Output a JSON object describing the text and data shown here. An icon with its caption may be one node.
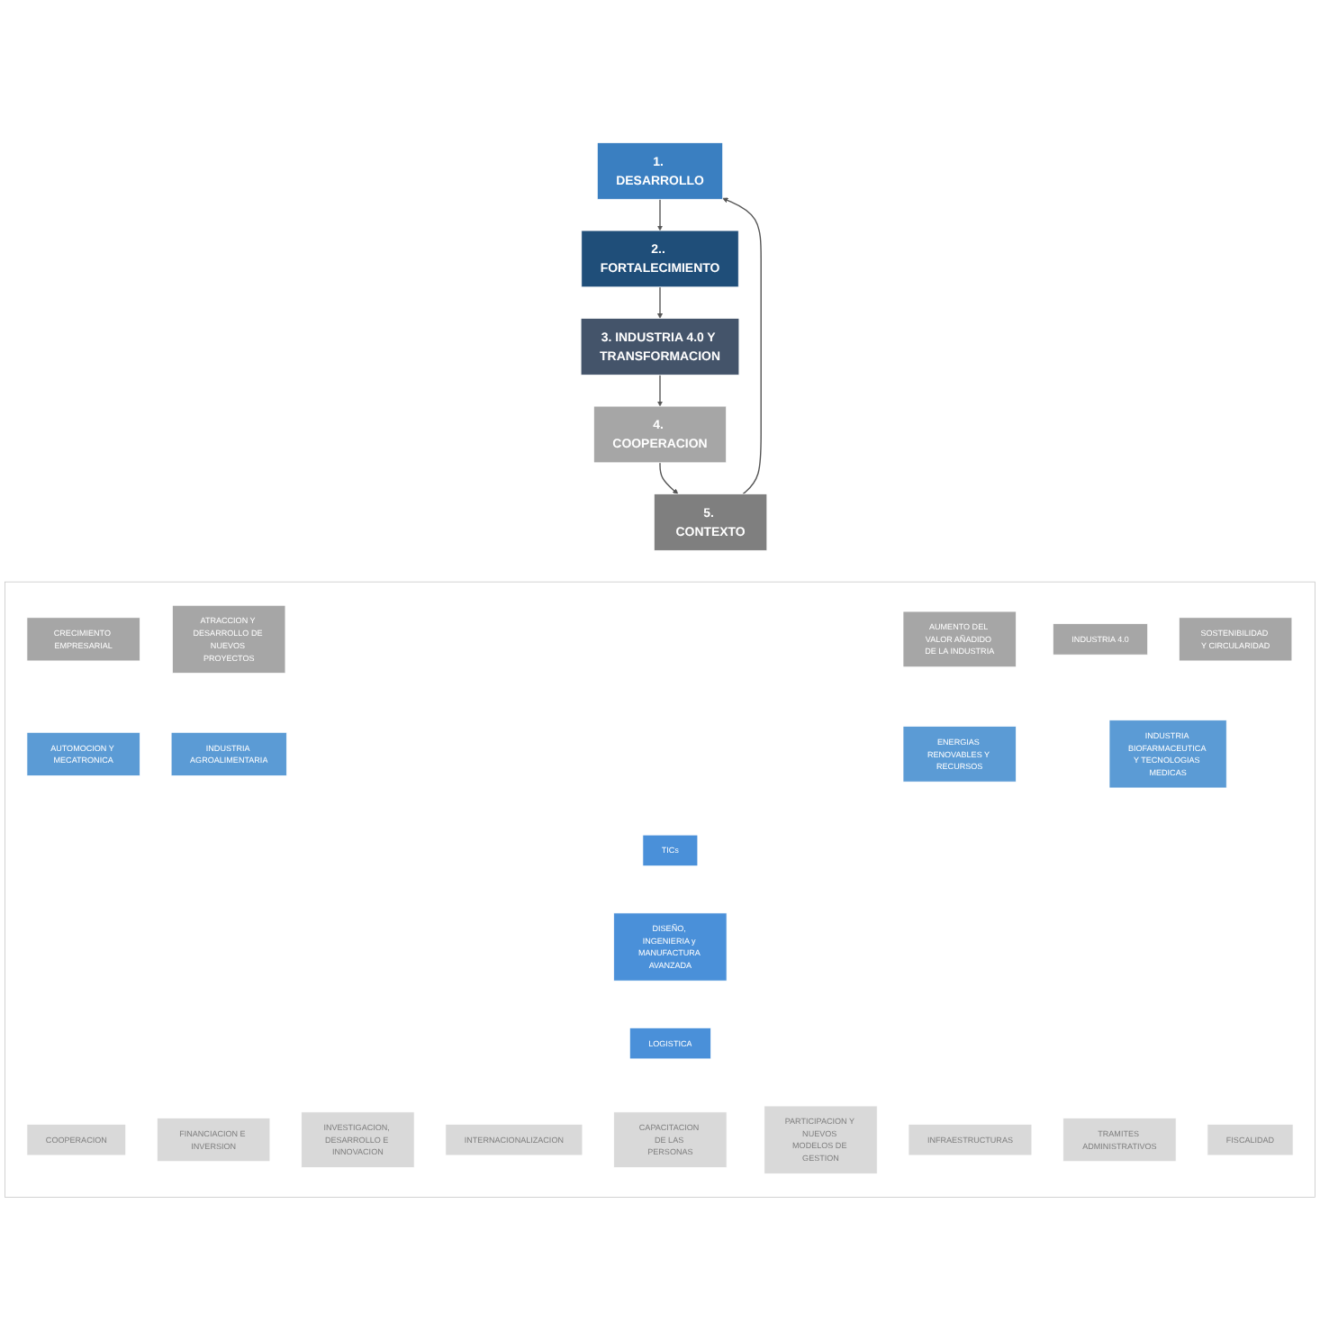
{
  "diagram": {
    "nodes": [
      {
        "text": [
          "1. DESARROLLO"
        ]
      },
      {
        "text": [
          "2.. FORTALECIMIENTO"
        ]
      },
      {
        "text": [
          "3. INDUSTRIA 4.0 Y TRANSFORMACION"
        ]
      },
      {
        "text": [
          "4. COOPERACION"
        ]
      },
      {
        "text": [
          "5. CONTEXTO"
        ]
      },
      {
        "text": [],
        "shape": "box"
      },
      {
        "text": [
          "CRECIMIENTO EMPRESARIAL"
        ],
        "in": 5
      },
      {
        "text": [
          "ATRACCION Y DESARROLLO DE NUEVOS PROYECTOS"
        ],
        "in": 5
      },
      {
        "text": [
          "AUMENTO DEL VALOR AÑADIDO DE LA INDUSTRIA"
        ],
        "in": 5
      },
      {
        "text": [
          "INDUSTRIA 4.0"
        ],
        "in": 5
      },
      {
        "text": [
          "SOSTENIBILIDAD Y CIRCULARIDAD"
        ],
        "in": 5
      },
      {
        "text": [
          "AUTOMOCION Y MECATRONICA"
        ],
        "in": 5
      },
      {
        "text": [
          "INDUSTRIA AGROALIMENTARIA"
        ],
        "in": 5
      },
      {
        "text": [
          "ENERGIAS RENOVABLES Y RECURSOS"
        ],
        "in": 5
      },
      {
        "text": [
          "INDUSTRIA BIOFARMACEUTICA Y TECNOLOGIAS MEDICAS"
        ],
        "in": 5
      },
      {
        "text": [
          "TICs"
        ],
        "in": 5
      },
      {
        "text": [
          "DISEÑO, INGENIERIA y MANUFACTURA AVANZADA"
        ],
        "in": 5
      },
      {
        "text": [
          "LOGISTICA"
        ],
        "in": 5
      },
      {
        "text": [
          "COOPERACION"
        ],
        "in": 5
      },
      {
        "text": [
          "FINANCIACION E INVERSION"
        ],
        "in": 5
      },
      {
        "text": [
          "INVESTIGACION, DESARROLLO E INNOVACION"
        ],
        "in": 5
      },
      {
        "text": [
          "INTERNACIONALIZACION"
        ],
        "in": 5
      },
      {
        "text": [
          "CAPACITACION DE LAS PERSONAS"
        ],
        "in": 5
      },
      {
        "text": [
          "PARTICIPACION Y NUEVOS MODELOS DE GESTION"
        ],
        "in": 5
      },
      {
        "text": [
          "INFRAESTRUCTURAS"
        ],
        "in": 5
      },
      {
        "text": [
          "TRAMITES ADMINISTRATIVOS"
        ],
        "in": 5
      },
      {
        "text": [
          "FISCALIDAD"
        ],
        "in": 5
      }
    ],
    "edges": [
      {
        "from": 0,
        "to": 1,
        "arrow": "to"
      },
      {
        "from": 1,
        "to": 2,
        "arrow": "to"
      },
      {
        "from": 2,
        "to": 3,
        "arrow": "to"
      },
      {
        "from": 3,
        "to": 4,
        "arrow": "to"
      },
      {
        "from": 4,
        "to": 0,
        "arrow": "to"
      }
    ]
  }
}
